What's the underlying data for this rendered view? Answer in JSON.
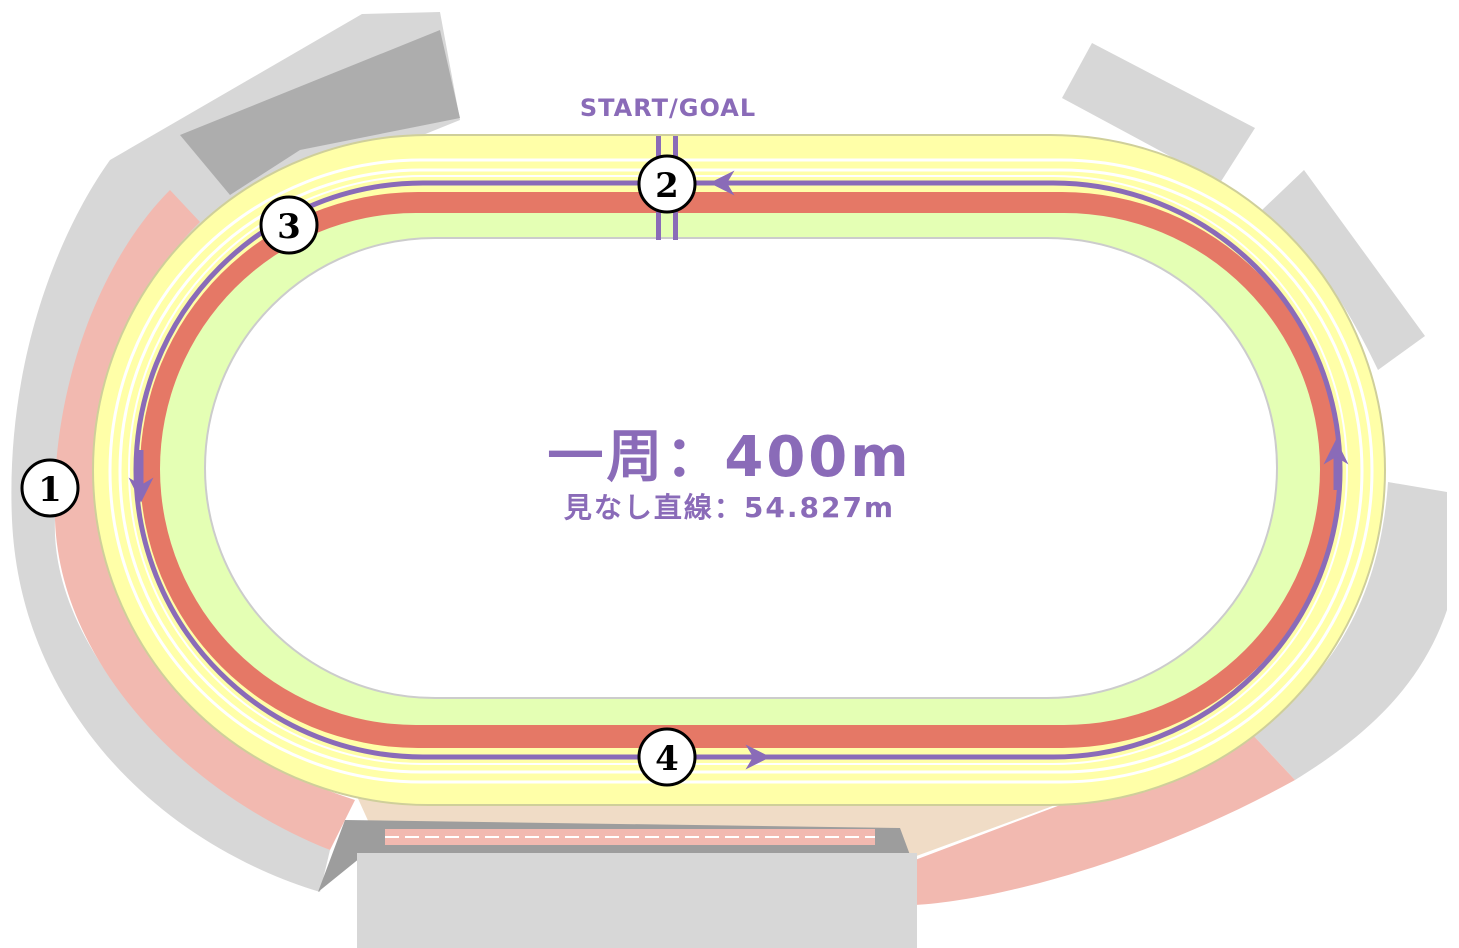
{
  "start_goal_label": "START/GOAL",
  "lap_label": "一周：400m",
  "straight_label": "見なし直線：54.827m",
  "corners": [
    {
      "id": "1",
      "label": "1"
    },
    {
      "id": "2",
      "label": "2"
    },
    {
      "id": "3",
      "label": "3"
    },
    {
      "id": "4",
      "label": "4"
    }
  ],
  "colors": {
    "outer_band": "#ffffa8",
    "inner_band": "#e4ffb4",
    "racing_lane": "#e57866",
    "lane_line": "#8a6bb8",
    "stands": "#d7d7d7",
    "stands_dark": "#adadad",
    "stands_pink": "#f2b9b0",
    "apron": "#f0dcc6",
    "text": "#8a6bb8"
  }
}
